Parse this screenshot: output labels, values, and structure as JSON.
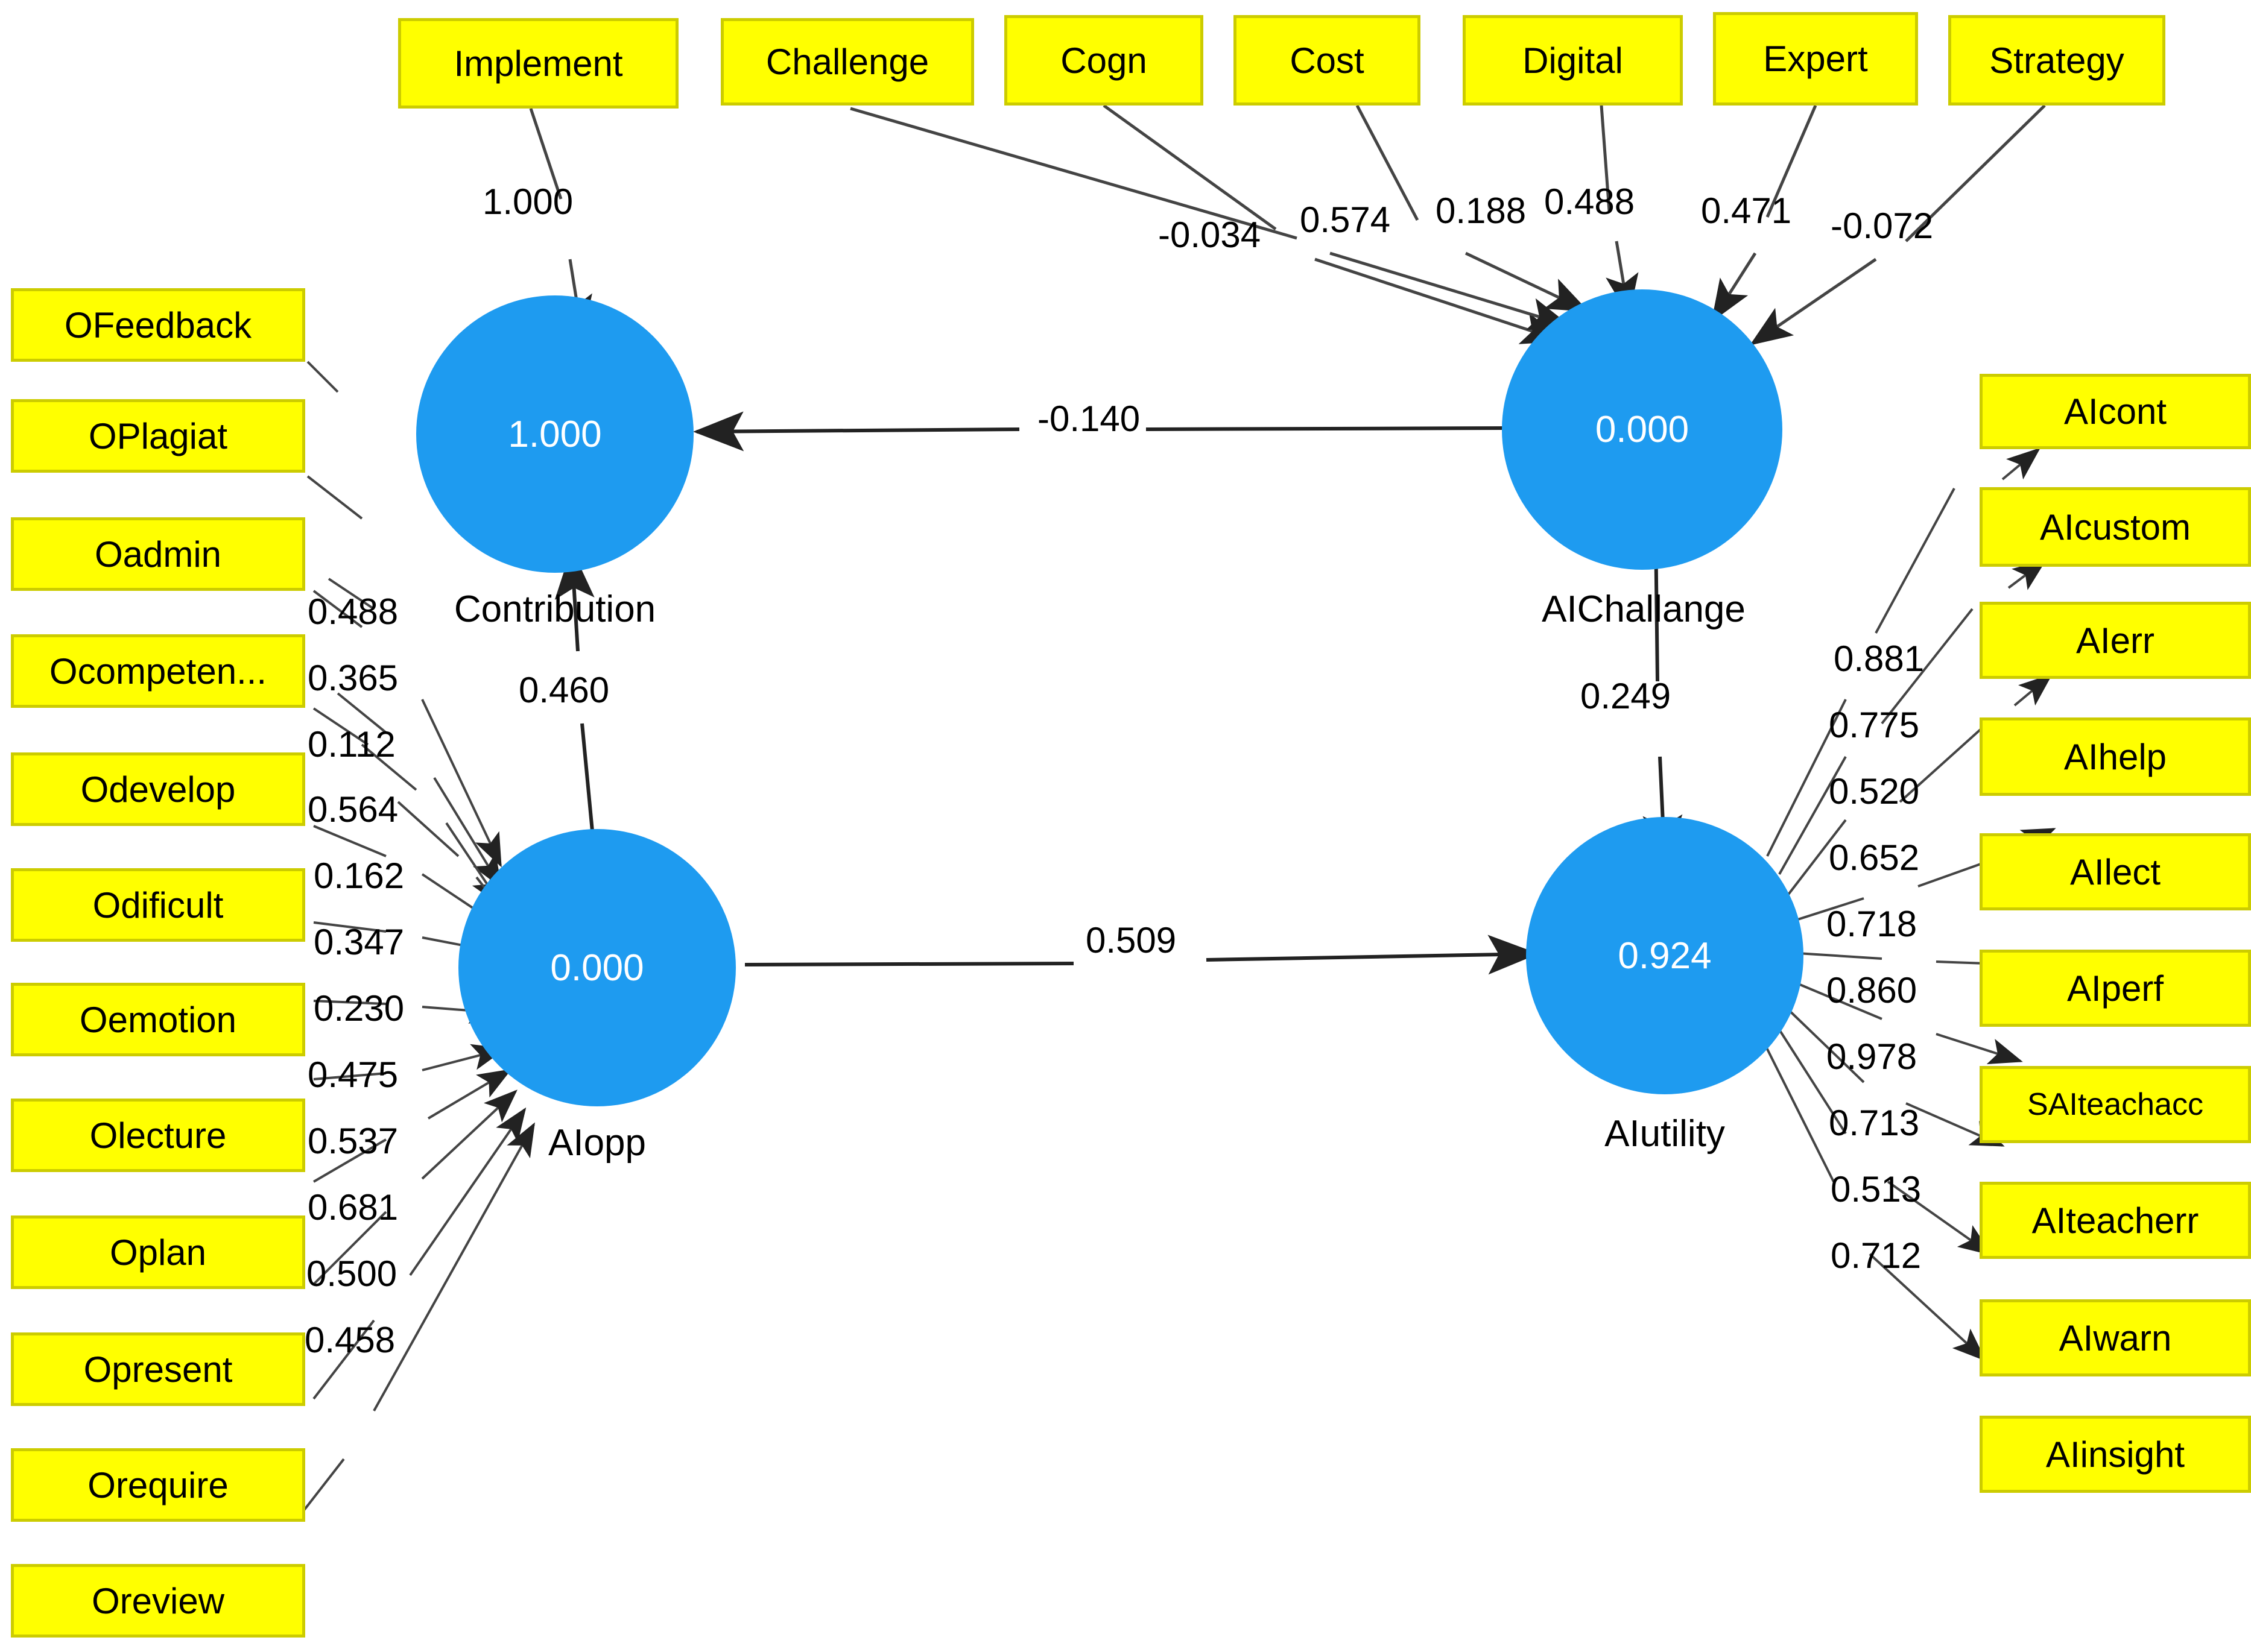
{
  "diagram": {
    "type": "pls-sem-path-diagram",
    "colors": {
      "indicator_fill": "#FFFF00",
      "indicator_border": "#CCCC00",
      "construct_fill": "#1E9BF0",
      "construct_text": "#FFFFFF",
      "label_text": "#000000",
      "arrow": "#333333",
      "background": "#FFFFFF"
    }
  },
  "constructs": [
    {
      "id": "contribution",
      "name": "Contribution",
      "value": "1.000"
    },
    {
      "id": "aichallange",
      "name": "AIChallange",
      "value": "0.000"
    },
    {
      "id": "aiopp",
      "name": "AIopp",
      "value": "0.000"
    },
    {
      "id": "aiutility",
      "name": "AIutility",
      "value": "0.924"
    }
  ],
  "top_indicators": [
    {
      "label": "Implement",
      "coefficient": "1.000",
      "target": "contribution"
    },
    {
      "label": "Challenge",
      "coefficient": "-0.034",
      "target": "aichallange"
    },
    {
      "label": "Cogn",
      "coefficient": "0.574",
      "target": "aichallange"
    },
    {
      "label": "Cost",
      "coefficient": "0.188",
      "target": "aichallange"
    },
    {
      "label": "Digital",
      "coefficient": "0.488",
      "target": "aichallange"
    },
    {
      "label": "Expert",
      "coefficient": "0.471",
      "target": "aichallange"
    },
    {
      "label": "Strategy",
      "coefficient": "-0.072",
      "target": "aichallange"
    }
  ],
  "left_indicators": [
    {
      "label": "OFeedback",
      "coefficient": "0.488"
    },
    {
      "label": "OPlagiat",
      "coefficient": "0.365"
    },
    {
      "label": "Oadmin",
      "coefficient": "0.112"
    },
    {
      "label": "Ocompeten...",
      "coefficient": "0.564"
    },
    {
      "label": "Odevelop",
      "coefficient": "0.162"
    },
    {
      "label": "Odificult",
      "coefficient": "0.347"
    },
    {
      "label": "Oemotion",
      "coefficient": "0.230"
    },
    {
      "label": "Olecture",
      "coefficient": "0.475"
    },
    {
      "label": "Oplan",
      "coefficient": "0.537"
    },
    {
      "label": "Opresent",
      "coefficient": "0.681"
    },
    {
      "label": "Orequire",
      "coefficient": "0.500"
    },
    {
      "label": "Oreview",
      "coefficient": "0.458"
    }
  ],
  "right_indicators": [
    {
      "label": "AIcont",
      "coefficient": "0.881"
    },
    {
      "label": "AIcustom",
      "coefficient": "0.775"
    },
    {
      "label": "AIerr",
      "coefficient": "0.520"
    },
    {
      "label": "AIhelp",
      "coefficient": "0.652"
    },
    {
      "label": "AIlect",
      "coefficient": "0.718"
    },
    {
      "label": "AIperf",
      "coefficient": "0.860"
    },
    {
      "label": "SAIteachacc",
      "coefficient": "0.978"
    },
    {
      "label": "AIteacherr",
      "coefficient": "0.713"
    },
    {
      "label": "AIwarn",
      "coefficient": "0.513"
    },
    {
      "label": "AIinsight",
      "coefficient": "0.712"
    }
  ],
  "structural_paths": [
    {
      "id": "challange_to_contribution",
      "from": "AIChallange",
      "to": "Contribution",
      "coefficient": "-0.140"
    },
    {
      "id": "aiopp_to_contribution",
      "from": "AIopp",
      "to": "Contribution",
      "coefficient": "0.460"
    },
    {
      "id": "aiopp_to_aiutility",
      "from": "AIopp",
      "to": "AIutility",
      "coefficient": "0.509"
    },
    {
      "id": "challange_to_aiutility",
      "from": "AIChallange",
      "to": "AIutility",
      "coefficient": "0.249"
    }
  ],
  "chart_data": {
    "type": "diagram",
    "title": "PLS-SEM structural model with outer loadings / weights",
    "nodes": {
      "latent": [
        {
          "name": "Contribution",
          "r2_or_value": 1.0
        },
        {
          "name": "AIChallange",
          "r2_or_value": 0.0
        },
        {
          "name": "AIopp",
          "r2_or_value": 0.0
        },
        {
          "name": "AIutility",
          "r2_or_value": 0.924
        }
      ],
      "observed_top": [
        "Implement",
        "Challenge",
        "Cogn",
        "Cost",
        "Digital",
        "Expert",
        "Strategy"
      ],
      "observed_left": [
        "OFeedback",
        "OPlagiat",
        "Oadmin",
        "Ocompeten...",
        "Odevelop",
        "Odificult",
        "Oemotion",
        "Olecture",
        "Oplan",
        "Opresent",
        "Orequire",
        "Oreview"
      ],
      "observed_right": [
        "AIcont",
        "AIcustom",
        "AIerr",
        "AIhelp",
        "AIlect",
        "AIperf",
        "SAIteachacc",
        "AIteacherr",
        "AIwarn",
        "AIinsight"
      ]
    },
    "measurement_weights": {
      "Contribution": {
        "Implement": 1.0
      },
      "AIChallange": {
        "Challenge": -0.034,
        "Cogn": 0.574,
        "Cost": 0.188,
        "Digital": 0.488,
        "Expert": 0.471,
        "Strategy": -0.072
      },
      "AIopp": {
        "OFeedback": 0.488,
        "OPlagiat": 0.365,
        "Oadmin": 0.112,
        "Ocompeten...": 0.564,
        "Odevelop": 0.162,
        "Odificult": 0.347,
        "Oemotion": 0.23,
        "Olecture": 0.475,
        "Oplan": 0.537,
        "Opresent": 0.681,
        "Orequire": 0.5,
        "Oreview": 0.458
      },
      "AIutility": {
        "AIcont": 0.881,
        "AIcustom": 0.775,
        "AIerr": 0.52,
        "AIhelp": 0.652,
        "AIlect": 0.718,
        "AIperf": 0.86,
        "SAIteachacc": 0.978,
        "AIteacherr": 0.713,
        "AIwarn": 0.513,
        "AIinsight": 0.712
      }
    },
    "structural_coefficients": [
      {
        "from": "AIChallange",
        "to": "Contribution",
        "value": -0.14
      },
      {
        "from": "AIopp",
        "to": "Contribution",
        "value": 0.46
      },
      {
        "from": "AIopp",
        "to": "AIutility",
        "value": 0.509
      },
      {
        "from": "AIChallange",
        "to": "AIutility",
        "value": 0.249
      }
    ]
  }
}
